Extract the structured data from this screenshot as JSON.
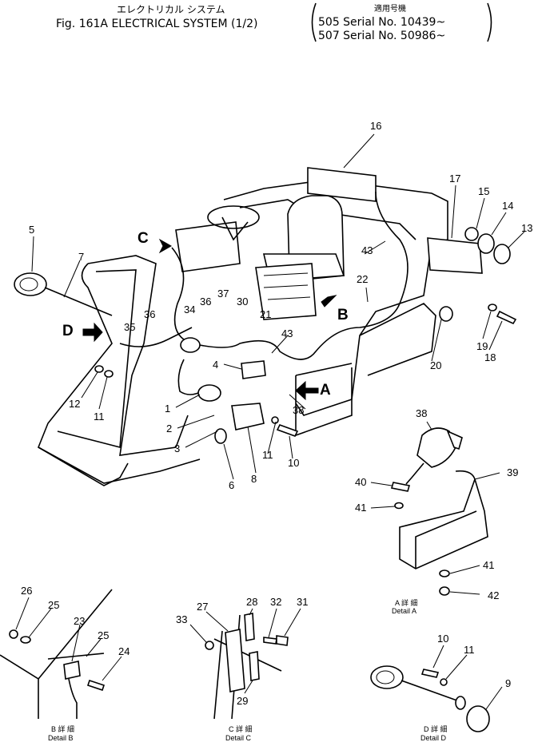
{
  "header": {
    "japanese_title": "エレクトリカル システム",
    "fig_title": "Fig. 161A ELECTRICAL SYSTEM (1/2)",
    "applicable_label": "適用号機",
    "serial_1": "505 Serial No. 10439~",
    "serial_2": "507 Serial No. 50986~"
  },
  "view_letters": {
    "a": "A",
    "b": "B",
    "c": "C",
    "d": "D"
  },
  "callouts": {
    "n1": "1",
    "n2": "2",
    "n3": "3",
    "n4": "4",
    "n5": "5",
    "n6": "6",
    "n7": "7",
    "n8": "8",
    "n9": "9",
    "n10": "10",
    "n11": "11",
    "n12": "12",
    "n13": "13",
    "n14": "14",
    "n15": "15",
    "n16": "16",
    "n17": "17",
    "n18": "18",
    "n19": "19",
    "n20": "20",
    "n21": "21",
    "n22": "22",
    "n23": "23",
    "n24": "24",
    "n25": "25",
    "n26": "26",
    "n27": "27",
    "n28": "28",
    "n29": "29",
    "n30": "30",
    "n31": "31",
    "n32": "32",
    "n33": "33",
    "n34": "34",
    "n35": "35",
    "n36": "36",
    "n37": "37",
    "n38": "38",
    "n39": "39",
    "n40": "40",
    "n41": "41",
    "n42": "42",
    "n43": "43"
  },
  "details": {
    "a_jp": "A 詳 細",
    "a_en": "Detail A",
    "b_jp": "B 詳 細",
    "b_en": "Detail B",
    "c_jp": "C 詳 細",
    "c_en": "Detail C",
    "d_jp": "D 詳 細",
    "d_en": "Detail D"
  }
}
